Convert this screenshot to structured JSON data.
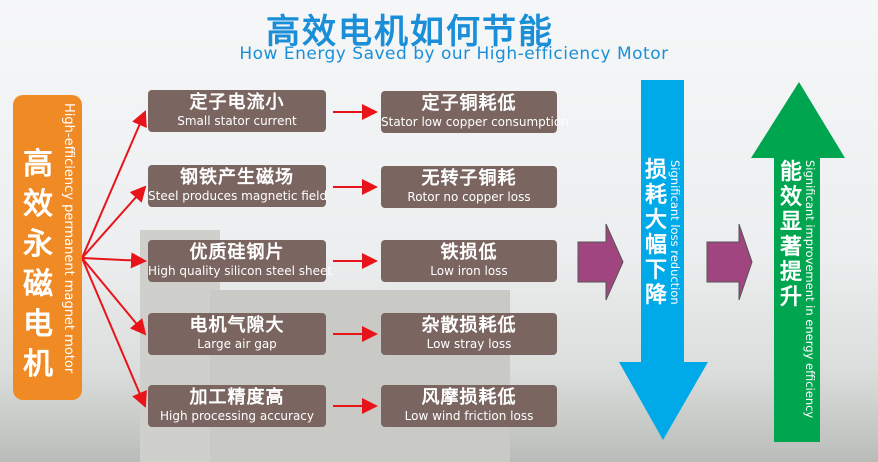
{
  "title": "高效电机如何节能",
  "subtitle": "How Energy Saved by our High-efficiency  Motor",
  "source": {
    "cn": "高效永磁电机",
    "en": "High-efficiency permanent magnet motor"
  },
  "causes": [
    {
      "cn": "定子电流小",
      "en": "Small stator current"
    },
    {
      "cn": "钢铁产生磁场",
      "en": "Steel produces magnetic field"
    },
    {
      "cn": "优质硅钢片",
      "en": "High quality silicon steel sheet"
    },
    {
      "cn": "电机气隙大",
      "en": "Large air gap"
    },
    {
      "cn": "加工精度高",
      "en": "High processing accuracy"
    }
  ],
  "effects": [
    {
      "cn": "定子铜耗低",
      "en": "Stator low copper consumption"
    },
    {
      "cn": "无转子铜耗",
      "en": "Rotor no copper loss"
    },
    {
      "cn": "铁损低",
      "en": "Low iron loss"
    },
    {
      "cn": "杂散损耗低",
      "en": "Low stray loss"
    },
    {
      "cn": "风摩损耗低",
      "en": "Low wind friction loss"
    }
  ],
  "loss": {
    "cn": "损耗大幅下降",
    "en": "Significant loss reduction"
  },
  "efficiency": {
    "cn": "能效显著提升",
    "en": "Significant improvement in energy efficiency"
  },
  "colors": {
    "title": "#1a8fd8",
    "orange": "#f08a24",
    "box": "#7a6560",
    "red": "#e8141a",
    "purple": "#a0457f",
    "blue": "#00a9e8",
    "green": "#00a550"
  }
}
